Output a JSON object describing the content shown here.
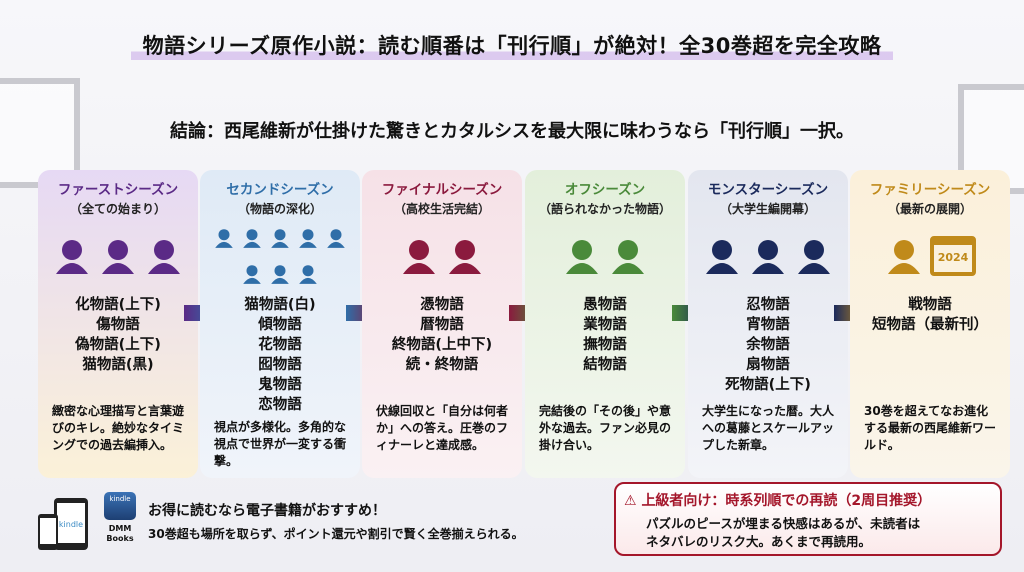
{
  "title": "物語シリーズ原作小説：読む順番は「刊行順」が絶対！全30巻超を完全攻略",
  "lead": "結論：西尾維新が仕掛けた驚きとカタルシスを最大限に味わうなら「刊行順」一択。",
  "seasons": [
    {
      "name": "ファーストシーズン",
      "sub": "（全ての始まり）",
      "books": [
        "化物語(上下)",
        "傷物語",
        "偽物語(上下)",
        "猫物語(黒)"
      ],
      "desc": "緻密な心理描写と言葉遊びのキレ。絶妙なタイミングでの過去編挿入。",
      "color": "#5b2a86"
    },
    {
      "name": "セカンドシーズン",
      "sub": "（物語の深化）",
      "books": [
        "猫物語(白)",
        "傾物語",
        "花物語",
        "囮物語",
        "鬼物語",
        "恋物語"
      ],
      "desc": "視点が多様化。多角的な視点で世界が一変する衝撃。",
      "color": "#2f6ea8"
    },
    {
      "name": "ファイナルシーズン",
      "sub": "（高校生活完結）",
      "books": [
        "憑物語",
        "暦物語",
        "終物語(上中下)",
        "続・終物語"
      ],
      "desc": "伏線回収と「自分は何者か」への答え。圧巻のフィナーレと達成感。",
      "color": "#8b1a3e"
    },
    {
      "name": "オフシーズン",
      "sub": "（語られなかった物語）",
      "books": [
        "愚物語",
        "業物語",
        "撫物語",
        "結物語"
      ],
      "desc": "完結後の「その後」や意外な過去。ファン必見の掛け合い。",
      "color": "#4a8a3a"
    },
    {
      "name": "モンスターシーズン",
      "sub": "（大学生編開幕）",
      "books": [
        "忍物語",
        "宵物語",
        "余物語",
        "扇物語",
        "死物語(上下)"
      ],
      "desc": "大学生になった暦。大人への葛藤とスケールアップした新章。",
      "color": "#1b2a5c"
    },
    {
      "name": "ファミリーシーズン",
      "sub": "（最新の展開）",
      "books": [
        "戦物語",
        "短物語（最新刊）"
      ],
      "desc": "30巻を超えてなお進化する最新の西尾維新ワールド。",
      "color": "#c08a1a",
      "calendar_year": "2024"
    }
  ],
  "ebook": {
    "heading": "お得に読むなら電子書籍がおすすめ！",
    "text": "30巻超も場所を取らず、ポイント還元や割引で賢く全巻揃えられる。",
    "kindle": "kindle",
    "dmm": "DMM",
    "books": "Books"
  },
  "warning": {
    "heading": "上級者向け：時系列順での再読（2周目推奨）",
    "lines": [
      "パズルのピースが埋まる快感はあるが、未読者は",
      "ネタバレのリスク大。あくまで再読用。"
    ]
  }
}
